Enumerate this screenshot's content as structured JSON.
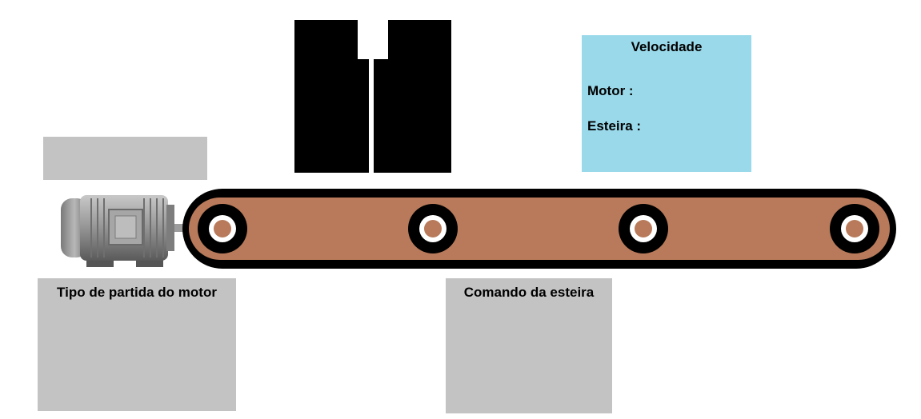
{
  "speed_panel": {
    "title": "Velocidade",
    "motor_label": "Motor :",
    "belt_label": "Esteira :"
  },
  "start_panel": {
    "title": "Tipo de partida do motor"
  },
  "belt_panel": {
    "title": "Comando da esteira"
  },
  "colors": {
    "speed_panel_bg": "#99d9ea",
    "panel_bg": "#c3c3c3",
    "belt": "#b87a5a",
    "hopper": "#000000"
  },
  "icons": {
    "motor": "electric-motor-icon",
    "hopper": "hopper-icon",
    "conveyor": "conveyor-belt-icon"
  }
}
